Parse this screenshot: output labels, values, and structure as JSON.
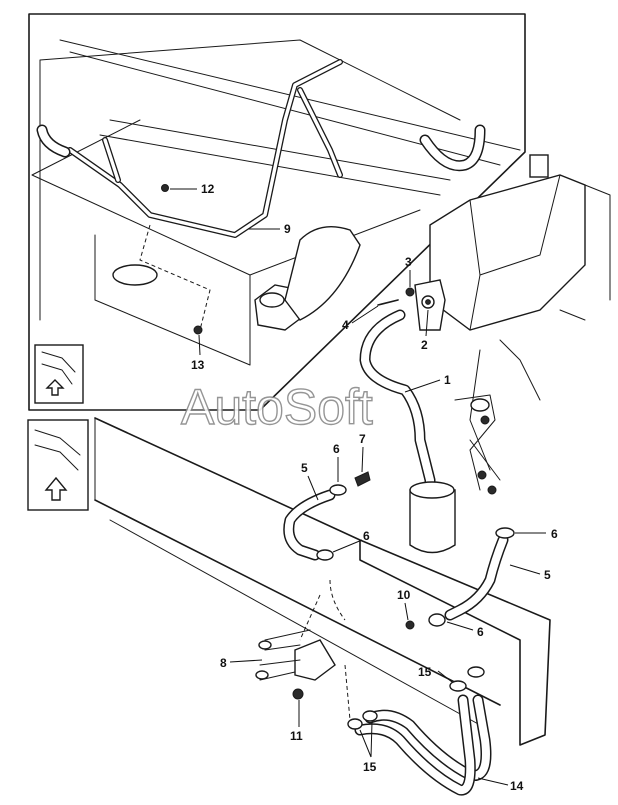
{
  "watermark": "AutoSoft",
  "callouts": {
    "c1": "1",
    "c2": "2",
    "c3": "3",
    "c4": "4",
    "c5a": "5",
    "c5b": "5",
    "c6a": "6",
    "c6b": "6",
    "c6c": "6",
    "c6d": "6",
    "c7": "7",
    "c8": "8",
    "c9": "9",
    "c10": "10",
    "c11": "11",
    "c12": "12",
    "c13": "13",
    "c14": "14",
    "c15a": "15",
    "c15b": "15"
  },
  "icons": {
    "front_arrow_inset": "up-arrow-icon",
    "front_arrow_main": "up-arrow-icon"
  },
  "colors": {
    "line": "#1a1a1a",
    "background": "#ffffff"
  }
}
